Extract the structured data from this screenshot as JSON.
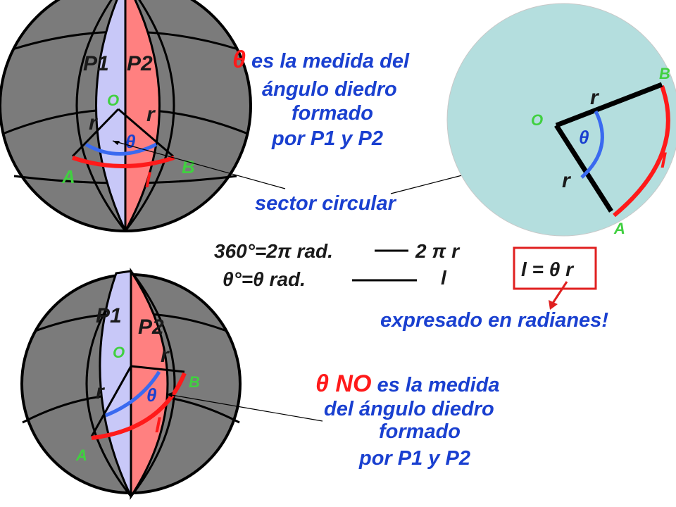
{
  "sphere_top": {
    "plane1_label": "P1",
    "plane2_label": "P2",
    "center_label": "O",
    "radius_label_left": "r",
    "radius_label_right": "r",
    "angle_label": "θ",
    "point_a": "A",
    "point_b": "B",
    "arc_label": "l"
  },
  "statement_top": {
    "theta": "θ",
    "line1_rest": " es la medida del",
    "line2": "ángulo diedro",
    "line3": "formado",
    "line4": "por  P1 y P2"
  },
  "sector_caption": "sector circular",
  "circle_right": {
    "center_label": "O",
    "radius_label_top": "r",
    "radius_label_bottom": "r",
    "angle_label": "θ",
    "point_a": "A",
    "point_b": "B",
    "arc_label": "l"
  },
  "proportion": {
    "row1_left": "360°=2π rad.",
    "row1_right": "2 π r",
    "row2_left": "θ°=θ rad.",
    "row2_right": "l"
  },
  "formula": {
    "text": "l = θ r",
    "note": "expresado en radianes!"
  },
  "sphere_bottom": {
    "plane1_label": "P1",
    "plane2_label": "P2",
    "center_label": "O",
    "radius_label_left": "r",
    "radius_label_right": "r",
    "angle_label": "θ",
    "point_a": "A",
    "point_b": "B",
    "arc_label": "l"
  },
  "statement_bottom": {
    "theta_no": "θ NO",
    "line1_rest": " es la medida",
    "line2": "del ángulo diedro",
    "line3": "formado",
    "line4": "por  P1 y P2"
  },
  "colors": {
    "sphere_gray": "#7b7b7b",
    "plane1_fill": "#c8c8f8",
    "plane2_fill": "#ff8080",
    "circle_fill": "#b4dede",
    "arc_red": "#ff1a1a",
    "angle_blue": "#3a6af0",
    "text_blue": "#1a40d0",
    "label_green": "#40d040"
  }
}
